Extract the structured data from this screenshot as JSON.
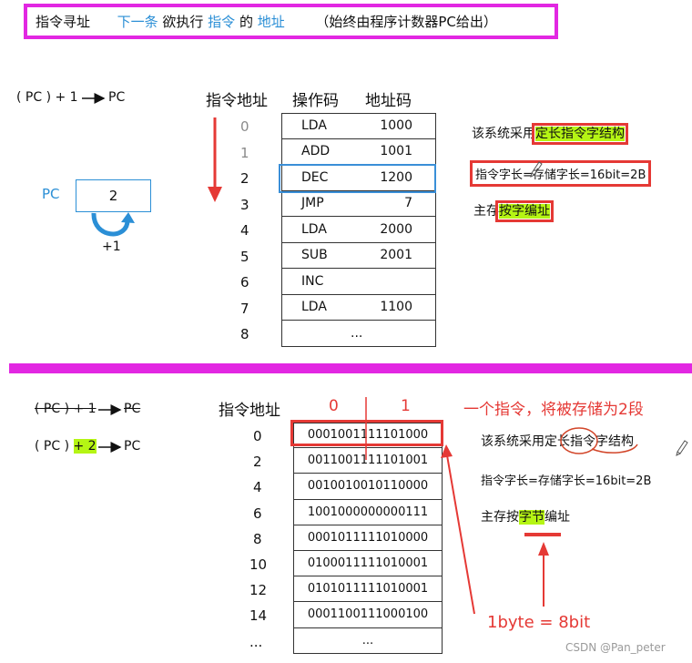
{
  "header": {
    "prefix": "指令寻址",
    "p1": "下一条",
    "p2": "欲执行",
    "p3": "指令",
    "p4": "的",
    "p5": "地址",
    "note": "（始终由程序计数器PC给出）"
  },
  "top": {
    "pc_rule": "( PC ) + 1",
    "pc_target": "PC",
    "pc_label": "PC",
    "pc_value": "2",
    "increment": "+1",
    "col_addr": "指令地址",
    "col_op": "操作码",
    "col_ad": "地址码",
    "rows": [
      {
        "addr": "0",
        "op": "LDA",
        "ad": "1000"
      },
      {
        "addr": "1",
        "op": "ADD",
        "ad": "1001"
      },
      {
        "addr": "2",
        "op": "DEC",
        "ad": "1200"
      },
      {
        "addr": "3",
        "op": "JMP",
        "ad": "7"
      },
      {
        "addr": "4",
        "op": "LDA",
        "ad": "2000"
      },
      {
        "addr": "5",
        "op": "SUB",
        "ad": "2001"
      },
      {
        "addr": "6",
        "op": "INC",
        "ad": ""
      },
      {
        "addr": "7",
        "op": "LDA",
        "ad": "1100"
      },
      {
        "addr": "8",
        "op": "...",
        "ad": ""
      }
    ],
    "note1_pre": "该系统采用",
    "note1_hl": "定长指令字结构",
    "note2": "指令字长=存储字长=16bit=2B",
    "note3_pre": "主存",
    "note3_hl": "按字编址"
  },
  "bottom": {
    "old_rule": "( PC ) + 1",
    "old_target": "PC",
    "new_pre": "( PC )",
    "new_hl": "+ 2",
    "new_target": "PC",
    "col_addr": "指令地址",
    "byte0": "0",
    "byte1": "1",
    "annot": "一个指令，将被存储为2段",
    "rows": [
      {
        "addr": "0",
        "bits": "0001001111101000"
      },
      {
        "addr": "2",
        "bits": "0011001111101001"
      },
      {
        "addr": "4",
        "bits": "0010010010110000"
      },
      {
        "addr": "6",
        "bits": "1001000000000111"
      },
      {
        "addr": "8",
        "bits": "0001011111010000"
      },
      {
        "addr": "10",
        "bits": "0100011111010001"
      },
      {
        "addr": "12",
        "bits": "0101011111010001"
      },
      {
        "addr": "14",
        "bits": "0001100111000100"
      },
      {
        "addr": "...",
        "bits": "..."
      }
    ],
    "note1_pre": "该系统采用",
    "note1_rest": "定长指令字结构",
    "note2": "指令字长=存储字长=16bit=2B",
    "note3_pre": "主存按",
    "note3_hl": "字节",
    "note3_post": "编址",
    "byte_eq": "1byte = 8bit"
  },
  "watermark": "CSDN @Pan_peter"
}
